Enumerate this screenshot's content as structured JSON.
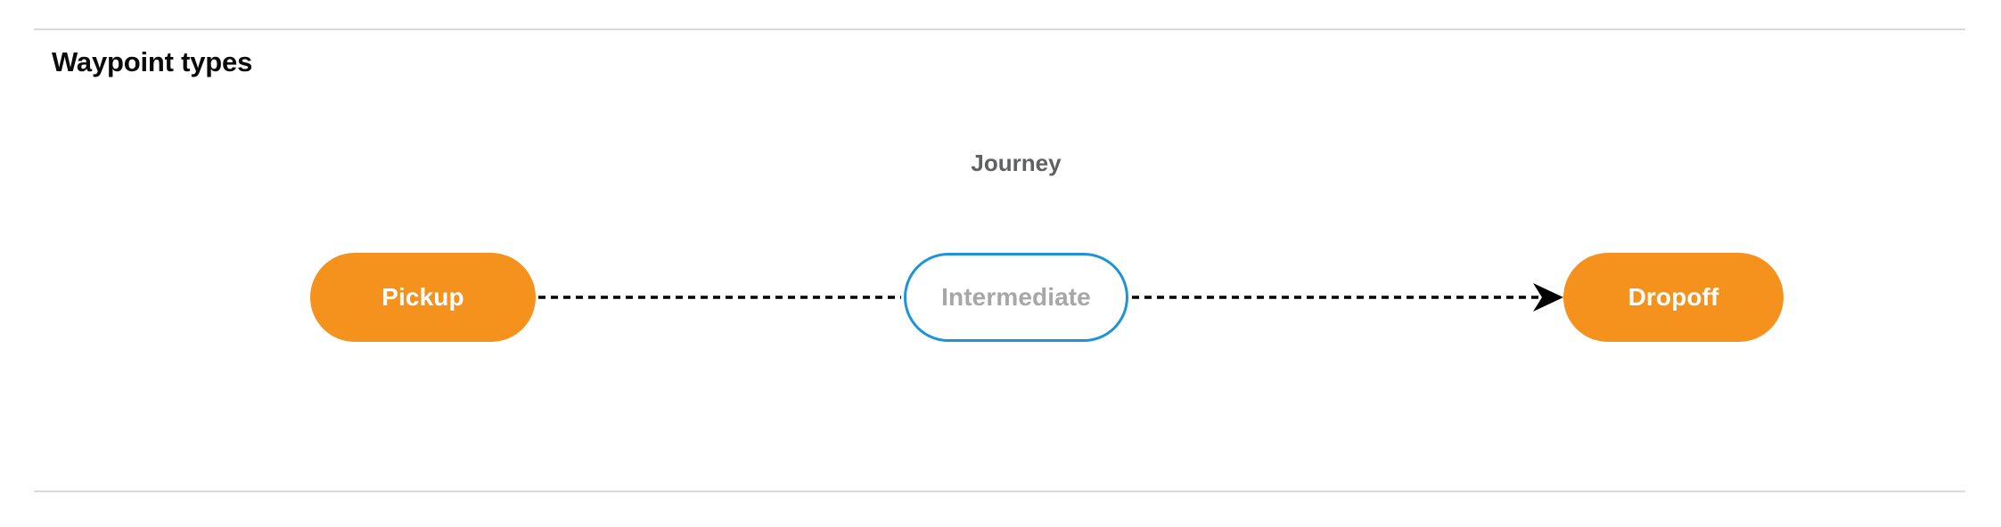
{
  "section": {
    "title": "Waypoint types"
  },
  "diagram": {
    "group_label": "Journey",
    "nodes": [
      {
        "id": "pickup",
        "label": "Pickup",
        "style": "filled",
        "fill": "#f5921e",
        "text_color": "#ffffff"
      },
      {
        "id": "intermediate",
        "label": "Intermediate",
        "style": "outlined",
        "fill": "#ffffff",
        "border_color": "#1e93d8",
        "text_color": "#a6a7a9"
      },
      {
        "id": "dropoff",
        "label": "Dropoff",
        "style": "filled",
        "fill": "#f5921e",
        "text_color": "#ffffff"
      }
    ],
    "edges": [
      {
        "from": "pickup",
        "to": "intermediate",
        "style": "dashed",
        "arrowhead": false,
        "color": "#000000"
      },
      {
        "from": "intermediate",
        "to": "dropoff",
        "style": "dashed",
        "arrowhead": true,
        "color": "#000000"
      }
    ]
  },
  "colors": {
    "accent_orange": "#f5921e",
    "accent_blue": "#1e93d8",
    "divider": "#d9dadb",
    "muted_text": "#5f6062",
    "placeholder_text": "#a6a7a9"
  }
}
